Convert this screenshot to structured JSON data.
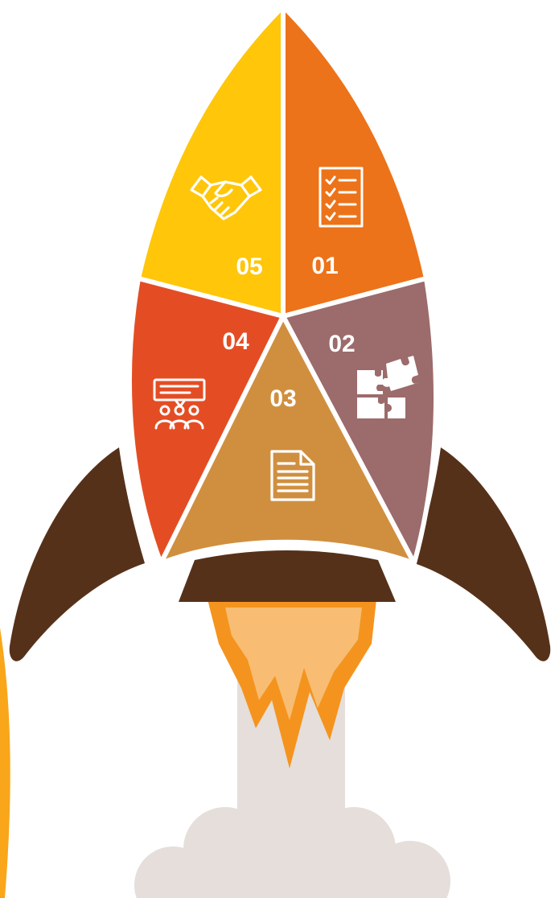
{
  "segments": [
    {
      "id": "01",
      "label": "01",
      "icon": "checklist-icon",
      "color": "#EC7319"
    },
    {
      "id": "02",
      "label": "02",
      "icon": "puzzle-icon",
      "color": "#9C6B6B"
    },
    {
      "id": "03",
      "label": "03",
      "icon": "document-icon",
      "color": "#D08F3F"
    },
    {
      "id": "04",
      "label": "04",
      "icon": "meeting-presentation-icon",
      "color": "#E44D24"
    },
    {
      "id": "05",
      "label": "05",
      "icon": "handshake-icon",
      "color": "#FFC60A"
    }
  ],
  "colors": {
    "fins": "#563119",
    "nozzle": "#563119",
    "flame_outer": "#F4941E",
    "flame_inner": "#F8BD73",
    "smoke": "#E5DEDA",
    "separator": "#ffffff",
    "edge_accent": "#F9A61A"
  }
}
